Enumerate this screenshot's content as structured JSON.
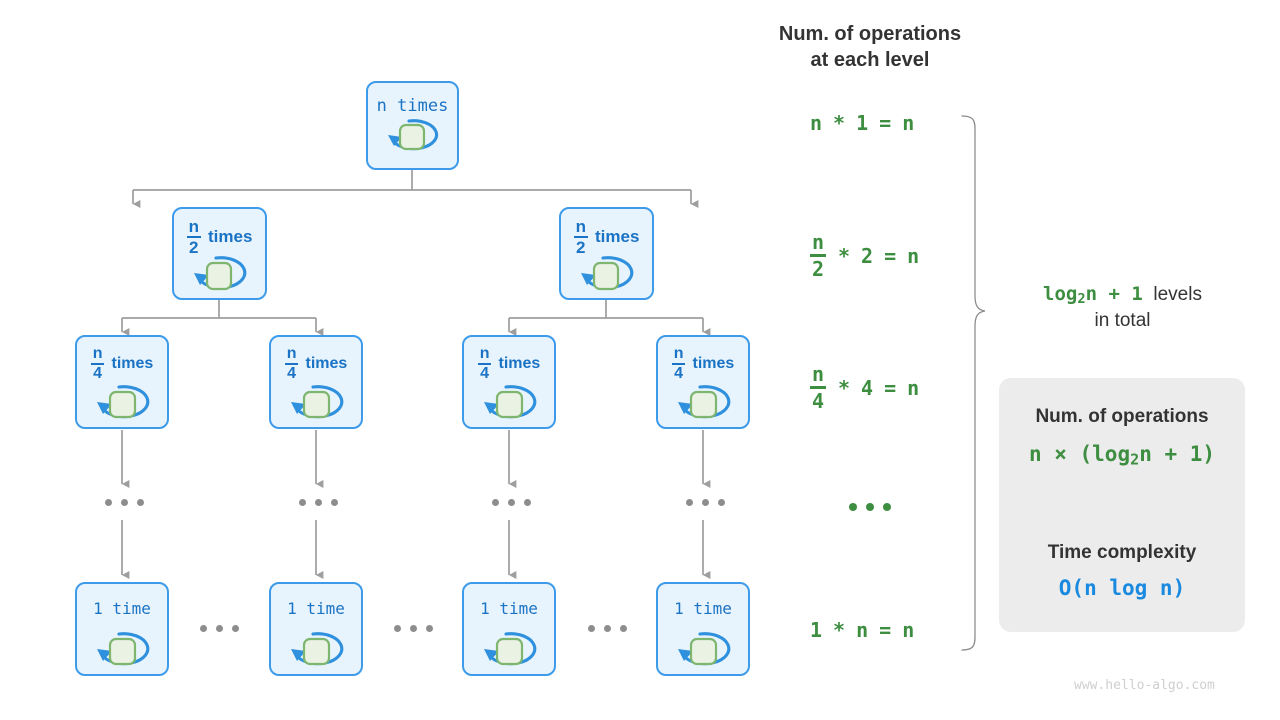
{
  "colors": {
    "node_fill": "#e8f4fd",
    "node_border": "#3d9be9",
    "node_text": "#1a73c4",
    "inner_fill": "#eaf2e4",
    "inner_border": "#7eb66f",
    "connector": "#9e9e9e",
    "formula_green": "#3e8e41",
    "complexity_blue": "#1a8ae0",
    "card_bg": "#ececec",
    "heading_text": "#333333",
    "watermark": "#cfcfcf"
  },
  "header": {
    "line1": "Num. of operations",
    "line2": "at each level"
  },
  "tree": {
    "levels": [
      {
        "level": 1,
        "node_count": 1,
        "nodes": [
          {
            "text": "n times",
            "style": "mono",
            "numerator": "",
            "denominator": ""
          }
        ]
      },
      {
        "level": 2,
        "node_count": 2,
        "nodes": [
          {
            "text": "times",
            "style": "frac",
            "numerator": "n",
            "denominator": "2"
          },
          {
            "text": "times",
            "style": "frac",
            "numerator": "n",
            "denominator": "2"
          }
        ]
      },
      {
        "level": 3,
        "node_count": 4,
        "nodes": [
          {
            "text": "times",
            "style": "frac",
            "numerator": "n",
            "denominator": "4"
          },
          {
            "text": "times",
            "style": "frac",
            "numerator": "n",
            "denominator": "4"
          },
          {
            "text": "times",
            "style": "frac",
            "numerator": "n",
            "denominator": "4"
          },
          {
            "text": "times",
            "style": "frac",
            "numerator": "n",
            "denominator": "4"
          }
        ]
      },
      {
        "level": 4,
        "node_count": 4,
        "ellipsis": "...",
        "nodes": []
      },
      {
        "level": 5,
        "node_count": 4,
        "separator": "...",
        "nodes": [
          {
            "text": "1 time",
            "style": "mono",
            "numerator": "",
            "denominator": ""
          },
          {
            "text": "1 time",
            "style": "mono",
            "numerator": "",
            "denominator": ""
          },
          {
            "text": "1 time",
            "style": "mono",
            "numerator": "",
            "denominator": ""
          },
          {
            "text": "1 time",
            "style": "mono",
            "numerator": "",
            "denominator": ""
          }
        ]
      }
    ]
  },
  "operations_column": {
    "rows": [
      {
        "id": "row-1",
        "numerator": "",
        "denominator": "",
        "lead": "n",
        "mult": "*",
        "factor": "1",
        "eq": "=",
        "result": "n"
      },
      {
        "id": "row-2",
        "numerator": "n",
        "denominator": "2",
        "lead": "",
        "mult": "*",
        "factor": "2",
        "eq": "=",
        "result": "n"
      },
      {
        "id": "row-3",
        "numerator": "n",
        "denominator": "4",
        "lead": "",
        "mult": "*",
        "factor": "4",
        "eq": "=",
        "result": "n"
      },
      {
        "id": "row-4",
        "ellipsis": "..."
      },
      {
        "id": "row-5",
        "numerator": "",
        "denominator": "",
        "lead": "1",
        "mult": "*",
        "factor": "n",
        "eq": "=",
        "result": "n"
      }
    ]
  },
  "levels_note": {
    "formula_pre": "log",
    "formula_sub": "2",
    "formula_post": "n + 1",
    "text_after": "levels",
    "line2": "in total"
  },
  "summary_card": {
    "title_operations": "Num. of operations",
    "formula_operations_pre": "n × (log",
    "formula_operations_sub": "2",
    "formula_operations_post": "n + 1)",
    "arrow": "down-arrow",
    "title_complexity": "Time complexity",
    "formula_complexity": "O(n log n)"
  },
  "watermark": "www.hello-algo.com"
}
